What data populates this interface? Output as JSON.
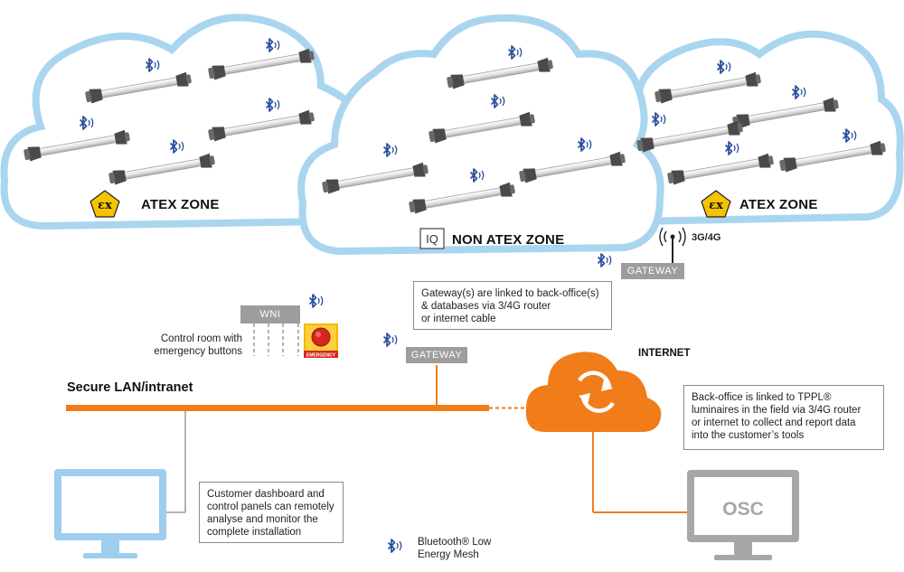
{
  "zones": {
    "left": "ATEX ZONE",
    "center": "NON ATEX ZONE",
    "right": "ATEX ZONE",
    "ex_symbol": "εx",
    "iq_symbol": "IQ"
  },
  "network": {
    "cellular_label": "3G/4G",
    "gateway_top": "GATEWAY",
    "gateway_mid": "GATEWAY",
    "wni": "WNI",
    "lan_label": "Secure LAN/intranet",
    "internet_label": "INTERNET",
    "osc_label": "OSC",
    "emergency_label": "EMERGENCY"
  },
  "notes": {
    "gateway_note_l1": "Gateway(s) are linked to back-office(s)",
    "gateway_note_l2": "& databases via 3/4G router",
    "gateway_note_l3": "or internet cable",
    "control_room_l1": "Control room with",
    "control_room_l2": "emergency buttons",
    "backoffice_l1": "Back-office is linked to TPPL®",
    "backoffice_l2": "luminaires in the field via 3/4G router",
    "backoffice_l3": "or internet to collect and report data",
    "backoffice_l4": "into the customer’s tools",
    "dashboard_l1": "Customer dashboard and",
    "dashboard_l2": "control panels can remotely",
    "dashboard_l3": "analyse and monitor the",
    "dashboard_l4": "complete installation",
    "legend_l1": "Bluetooth® Low",
    "legend_l2": "Energy Mesh"
  },
  "colors": {
    "cloud_outline": "#a9d5ef",
    "lan_orange": "#f07d1a",
    "bluetooth_blue": "#2a4f9e",
    "ex_yellow": "#f5c400",
    "monitor_blue": "#9ecdee",
    "osc_grey": "#a7a7a7",
    "gateway_grey": "#9d9d9d"
  }
}
